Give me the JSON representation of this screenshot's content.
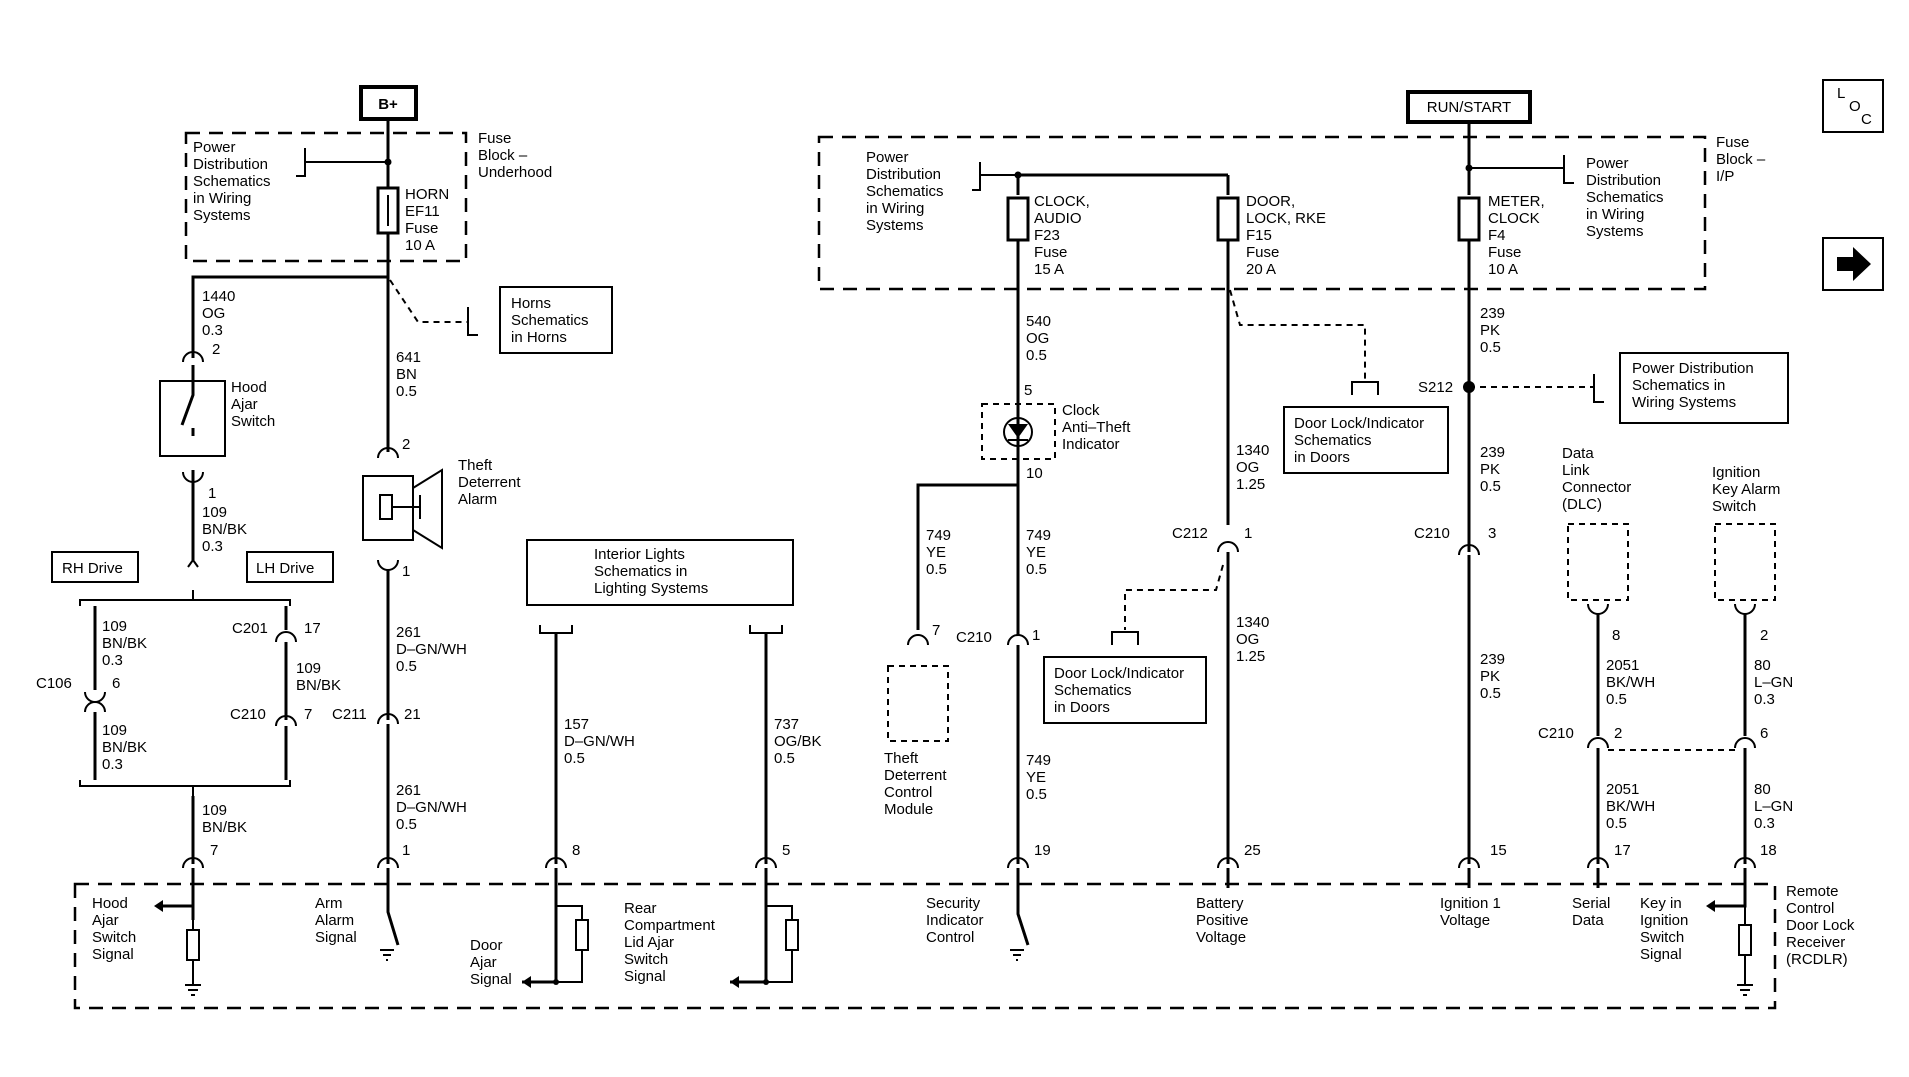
{
  "power_labels": {
    "bplus": "B+",
    "runstart": "RUN/START"
  },
  "nav": {
    "loc_l": "L",
    "loc_o": "O",
    "loc_c": "C"
  },
  "fuse_blocks": {
    "underhood": [
      "Fuse",
      "Block –",
      "Underhood"
    ],
    "ip": [
      "Fuse",
      "Block –",
      "I/P"
    ]
  },
  "fuses": {
    "horn": [
      "HORN",
      "EF11",
      "Fuse",
      "10 A"
    ],
    "clock_audio": [
      "CLOCK,",
      "AUDIO",
      "F23",
      "Fuse",
      "15 A"
    ],
    "door_lock": [
      "DOOR,",
      "LOCK, RKE",
      "F15",
      "Fuse",
      "20 A"
    ],
    "meter_clock": [
      "METER,",
      "CLOCK",
      "F4",
      "Fuse",
      "10 A"
    ]
  },
  "refs": {
    "power_dist_left": [
      "Power",
      "Distribution",
      "Schematics",
      "in Wiring",
      "Systems"
    ],
    "power_dist_mid": [
      "Power",
      "Distribution",
      "Schematics",
      "in Wiring",
      "Systems"
    ],
    "power_dist_right": [
      "Power",
      "Distribution",
      "Schematics",
      "in Wiring",
      "Systems"
    ],
    "power_dist_s212": [
      "Power Distribution",
      "Schematics in",
      "Wiring Systems"
    ],
    "horns": [
      "Horns",
      "Schematics",
      "in Horns"
    ],
    "interior_lights": [
      "Interior Lights",
      "Schematics in",
      "Lighting Systems"
    ],
    "door_lock_1": [
      "Door Lock/Indicator",
      "Schematics",
      "in Doors"
    ],
    "door_lock_2": [
      "Door Lock/Indicator",
      "Schematics",
      "in Doors"
    ]
  },
  "components": {
    "hood_ajar_switch": [
      "Hood",
      "Ajar",
      "Switch"
    ],
    "theft_alarm": [
      "Theft",
      "Deterrent",
      "Alarm"
    ],
    "clock_indicator": [
      "Clock",
      "Anti–Theft",
      "Indicator"
    ],
    "theft_module": [
      "Theft",
      "Deterrent",
      "Control",
      "Module"
    ],
    "dlc": [
      "Data",
      "Link",
      "Connector",
      "(DLC)"
    ],
    "key_alarm": [
      "Ignition",
      "Key Alarm",
      "Switch"
    ],
    "rcdlr": [
      "Remote",
      "Control",
      "Door Lock",
      "Receiver",
      "(RCDLR)"
    ],
    "rh_drive": "RH Drive",
    "lh_drive": "LH Drive"
  },
  "wires": {
    "w1440": [
      "1440",
      "OG",
      "0.3"
    ],
    "w641": [
      "641",
      "BN",
      "0.5"
    ],
    "w109a": [
      "109",
      "BN/BK",
      "0.3"
    ],
    "w109b": [
      "109",
      "BN/BK",
      "0.3"
    ],
    "w109c": [
      "109",
      "BN/BK",
      "0.3"
    ],
    "w109d": [
      "109",
      "BN/BK"
    ],
    "w109e": [
      "109",
      "BN/BK"
    ],
    "w261a": [
      "261",
      "D–GN/WH",
      "0.5"
    ],
    "w261b": [
      "261",
      "D–GN/WH",
      "0.5"
    ],
    "w157": [
      "157",
      "D–GN/WH",
      "0.5"
    ],
    "w737": [
      "737",
      "OG/BK",
      "0.5"
    ],
    "w540": [
      "540",
      "OG",
      "0.5"
    ],
    "w749a": [
      "749",
      "YE",
      "0.5"
    ],
    "w749b": [
      "749",
      "YE",
      "0.5"
    ],
    "w749c": [
      "749",
      "YE",
      "0.5"
    ],
    "w1340a": [
      "1340",
      "OG",
      "1.25"
    ],
    "w1340b": [
      "1340",
      "OG",
      "1.25"
    ],
    "w239a": [
      "239",
      "PK",
      "0.5"
    ],
    "w239b": [
      "239",
      "PK",
      "0.5"
    ],
    "w239c": [
      "239",
      "PK",
      "0.5"
    ],
    "w2051a": [
      "2051",
      "BK/WH",
      "0.5"
    ],
    "w2051b": [
      "2051",
      "BK/WH",
      "0.5"
    ],
    "w80a": [
      "80",
      "L–GN",
      "0.3"
    ],
    "w80b": [
      "80",
      "L–GN",
      "0.3"
    ]
  },
  "connectors": {
    "c106": "C106",
    "c201": "C201",
    "c210": "C210",
    "c211": "C211",
    "c212": "C212",
    "s212": "S212"
  },
  "pins": {
    "hood_top": "2",
    "hood_bot": "1",
    "alarm_top": "2",
    "alarm_bot": "1",
    "c106": "6",
    "c201": "17",
    "c210_lh": "7",
    "c211": "21",
    "clock_top": "5",
    "clock_bot": "10",
    "tdcm": "7",
    "c210_749": "1",
    "c212": "1",
    "c210_239": "3",
    "dlc": "8",
    "key": "2",
    "c210_2051": "2",
    "c210_80": "6",
    "r7": "7",
    "r1": "1",
    "r8": "8",
    "r5": "5",
    "r19": "19",
    "r25": "25",
    "r15": "15",
    "r17": "17",
    "r18": "18"
  },
  "signals": {
    "hood": [
      "Hood",
      "Ajar",
      "Switch",
      "Signal"
    ],
    "arm": [
      "Arm",
      "Alarm",
      "Signal"
    ],
    "door": [
      "Door",
      "Ajar",
      "Signal"
    ],
    "rear": [
      "Rear",
      "Compartment",
      "Lid Ajar",
      "Switch",
      "Signal"
    ],
    "security": [
      "Security",
      "Indicator",
      "Control"
    ],
    "battery": [
      "Battery",
      "Positive",
      "Voltage"
    ],
    "ign": [
      "Ignition 1",
      "Voltage"
    ],
    "serial": [
      "Serial",
      "Data"
    ],
    "key": [
      "Key in",
      "Ignition",
      "Switch",
      "Signal"
    ]
  }
}
